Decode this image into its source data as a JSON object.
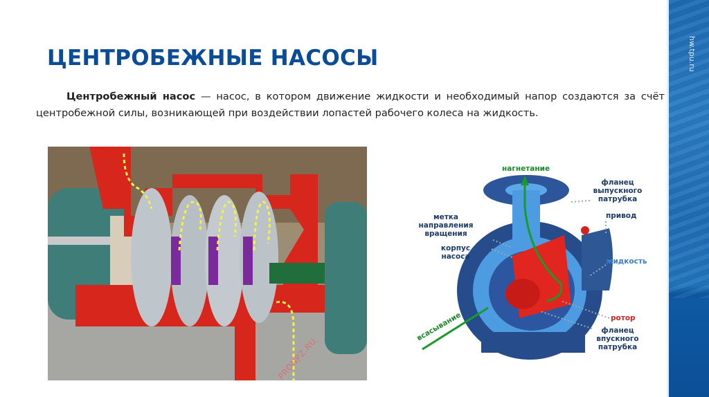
{
  "slide": {
    "title": "ЦЕНТРОБЕЖНЫЕ НАСОСЫ",
    "definition": {
      "term": "Центробежный насос",
      "text": " — насос, в котором движение жидкости и необходимый напор создаются за счёт центробежной силы, возникающей при воздействии лопастей рабочего колеса на жидкость."
    },
    "side_banner": {
      "text": "hw.tpu.ru",
      "color": "#1d6bb5"
    },
    "title_color": "#0a4d96"
  },
  "left_image": {
    "description": "multistage-centrifugal-pump-cutaway",
    "watermark": "PRONPZ.RU"
  },
  "right_diagram": {
    "labels": {
      "discharge": "нагнетание",
      "outlet_flange": "фланец выпускного патрубка",
      "drive": "привод",
      "rotation_mark": "метка направления вращения",
      "casing": "корпус насоса",
      "liquid": "жидкость",
      "suction": "всасывание",
      "rotor": "ротор",
      "inlet_flange": "фланец впускного патрубка"
    },
    "colors": {
      "green": "#1a8a2a",
      "red": "#d8211f",
      "light_blue": "#3a7fd2",
      "dark": "#1b3a6b"
    }
  }
}
